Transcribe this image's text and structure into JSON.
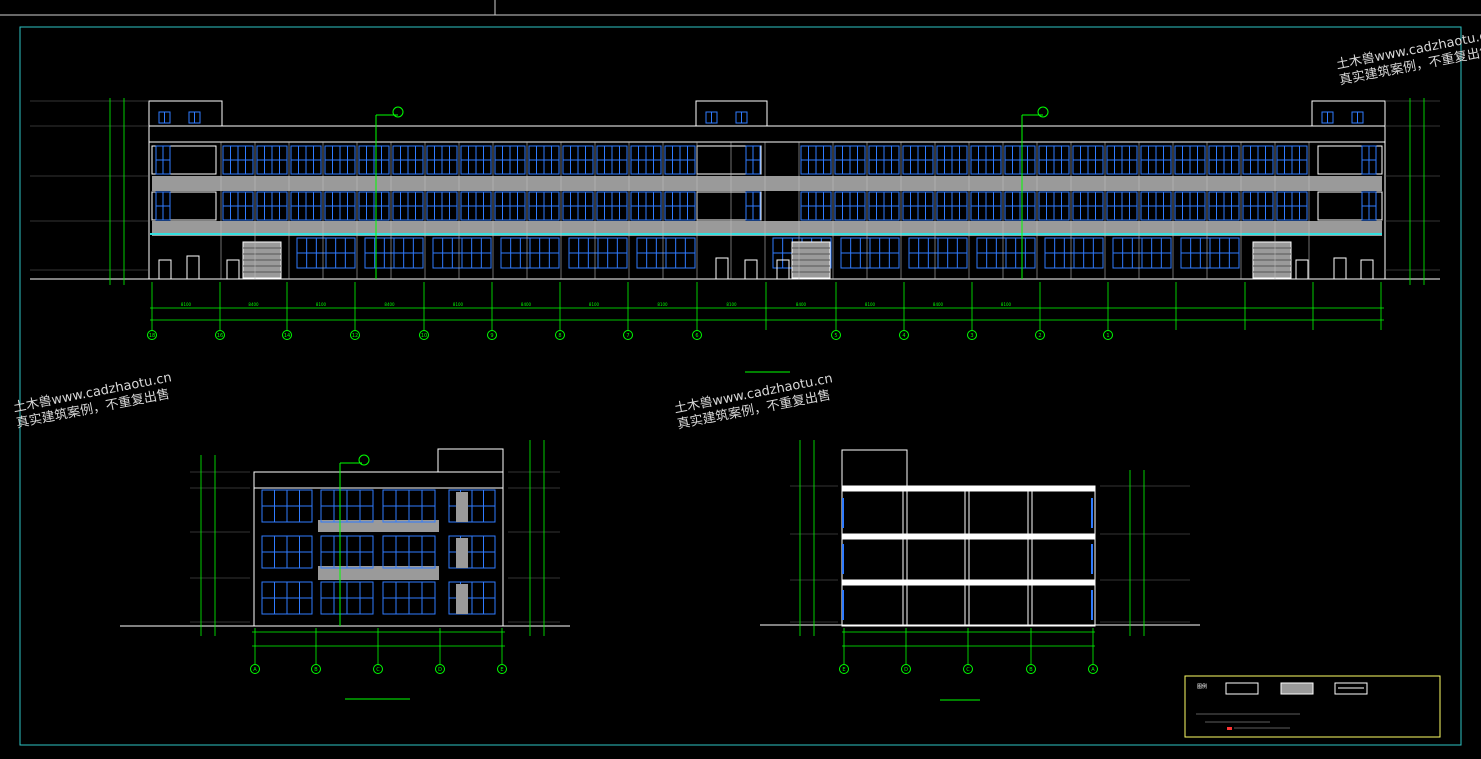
{
  "watermark": {
    "line1": "土木兽www.cadzhaotu.cn",
    "line2": "真实建筑案例，不重复出售"
  },
  "colors": {
    "background": "#000000",
    "frame": "#2ec4c4",
    "outline": "#ffffff",
    "window": "#2f7bff",
    "grid": "#00ff00",
    "slab": "#9a9a9a",
    "accent": "#34e0e0",
    "legend_border": "#ffff66",
    "legend_hatch": "#ff3333"
  },
  "front_elevation": {
    "axis_labels": [
      "18",
      "16",
      "14",
      "12",
      "10",
      "9",
      "8",
      "7",
      "6",
      "5",
      "4",
      "3",
      "2",
      "1"
    ],
    "dims": [
      "8100",
      "8400",
      "8100",
      "8400",
      "8100",
      "8400",
      "8100",
      "8100",
      "8100",
      "8400",
      "8100",
      "8400",
      "8100"
    ]
  },
  "side_elevation": {
    "axis_labels": [
      "A",
      "B",
      "C",
      "D",
      "E"
    ]
  },
  "section": {
    "axis_labels": [
      "E",
      "D",
      "C",
      "B",
      "A"
    ]
  },
  "legend": {
    "title": "图例"
  }
}
